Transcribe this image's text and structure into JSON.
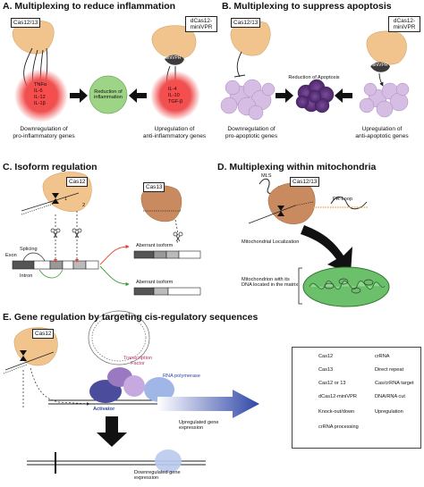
{
  "panels": {
    "a": {
      "title": "A. Multiplexing to reduce inflammation",
      "cas_left": "Cas12/13",
      "cas_right_line1": "dCas12-",
      "cas_right_line2": "miniVPR",
      "minivpr": "miniVPR",
      "pro_genes": [
        "TNFα",
        "IL-6",
        "IL-12",
        "IL-1β"
      ],
      "anti_genes": [
        "IL-4",
        "IL-10",
        "TGF-β"
      ],
      "center_line1": "Reduction of",
      "center_line2": "inflammation",
      "caption_left_line1": "Downregulation of",
      "caption_left_line2": "pro-inflammatory genes",
      "caption_right_line1": "Upregulation of",
      "caption_right_line2": "anti-inflammatory genes"
    },
    "b": {
      "title": "B. Multiplexing to suppress apoptosis",
      "cas_left": "Cas12/13",
      "cas_right_line1": "dCas12-",
      "cas_right_line2": "miniVPR",
      "minivpr": "miniVPR",
      "center": "Reduction of Apoptosis",
      "caption_left_line1": "Downregulation of",
      "caption_left_line2": "pro-apoptotic genes",
      "caption_right_line1": "Upregulation of",
      "caption_right_line2": "anti-apoptotic genes"
    },
    "c": {
      "title": "C. Isoform regulation",
      "cas12": "Cas12",
      "cas13": "Cas13",
      "n1": "1",
      "n2": "2",
      "splicing": "Splicing",
      "exon": "Exon",
      "intron": "Intron",
      "aberrant1": "Aberrant isoform",
      "aberrant2": "Aberrant isoform"
    },
    "d": {
      "title": "D. Multiplexing within mitochondria",
      "mls": "MLS",
      "cas": "Cas12/13",
      "prloop": "PR-Loop",
      "localization": "Mitochondrial Localization",
      "caption_line1": "Mitochondrion with its",
      "caption_line2": "DNA located in the matrix"
    },
    "e": {
      "title": "E. Gene regulation by targeting cis-regulatory sequences",
      "cas12": "Cas12",
      "tf_line1": "Transcription",
      "tf_line2": "Factor",
      "rnapol": "RNA polymerase",
      "activator": "Activator",
      "up_line1": "Upregulated gene",
      "up_line2": "expression",
      "down_line1": "Downregulated gene",
      "down_line2": "expression"
    }
  },
  "legend": {
    "items": [
      {
        "label": "Cas12",
        "icon": "cas12-swatch"
      },
      {
        "label": "Cas13",
        "icon": "cas13-swatch"
      },
      {
        "label": "Cas12 or 13",
        "icon": "cas12-or-13-swatch"
      },
      {
        "label": "dCas12-miniVPR",
        "icon": "dcas12-minivpr-swatch"
      },
      {
        "label": "Knock-out/down",
        "icon": "knockdown-bar"
      },
      {
        "label": "crRNA processing",
        "icon": "hourglass"
      },
      {
        "label": "crRNA",
        "icon": "crrna-line"
      },
      {
        "label": "Direct repeat",
        "icon": "direct-repeat-line"
      },
      {
        "label": "Cas/crRNA target",
        "icon": "dashed-arrow"
      },
      {
        "label": "DNA/RNA cut",
        "icon": "scissors"
      },
      {
        "label": "Upregulation",
        "icon": "arrow"
      }
    ]
  },
  "colors": {
    "cas12": "#f2c48d",
    "cas13": "#c88a5e",
    "inflamed": "#e83a3a",
    "green": "#9dd486",
    "apoptotic": "#c9a8d8",
    "purple_dark": "#6b3f8f",
    "blue": "#2f46a8"
  }
}
